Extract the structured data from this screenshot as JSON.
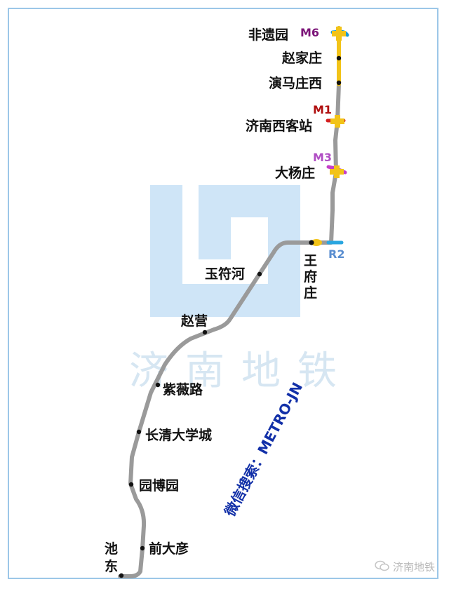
{
  "watermark": {
    "text": "济南地铁",
    "color": "#cde4f6"
  },
  "wechat_search": {
    "text": "微信搜索：METRO-JN",
    "color": "#1230a8"
  },
  "footer": {
    "icon": "wechat-icon",
    "text": "济南地铁"
  },
  "route_color": "#9a9a9a",
  "highlight_color": "#f2c318",
  "stations": [
    {
      "id": "feiyiyuan",
      "name": "非遗园",
      "transfer": {
        "line": "M6",
        "color": "#1a9ad6",
        "label_color": "#7b1478"
      }
    },
    {
      "id": "zhaojiazhuang",
      "name": "赵家庄"
    },
    {
      "id": "yanmazhuangxi",
      "name": "演马庄西"
    },
    {
      "id": "jinanxikezhan",
      "name": "济南西客站",
      "transfer": {
        "line": "M1",
        "color": "#d42020",
        "label_color": "#b01010"
      }
    },
    {
      "id": "dayangzhuang",
      "name": "大杨庄",
      "transfer": {
        "line": "M3",
        "color": "#c43ec8",
        "label_color": "#b04ec4"
      }
    },
    {
      "id": "wangfuzhuang",
      "name": "王府庄",
      "transfer": {
        "line": "R2",
        "color": "#29a6e0",
        "label_color": "#5a8ed0"
      }
    },
    {
      "id": "yufuhe",
      "name": "玉符河"
    },
    {
      "id": "zhaoying",
      "name": "赵营"
    },
    {
      "id": "ziweilu",
      "name": "紫薇路"
    },
    {
      "id": "changqingdaxuecheng",
      "name": "长清大学城"
    },
    {
      "id": "yuanboyuan",
      "name": "园博园"
    },
    {
      "id": "qiandayan",
      "name": "前大彦"
    },
    {
      "id": "chidong",
      "name": "池东"
    }
  ]
}
